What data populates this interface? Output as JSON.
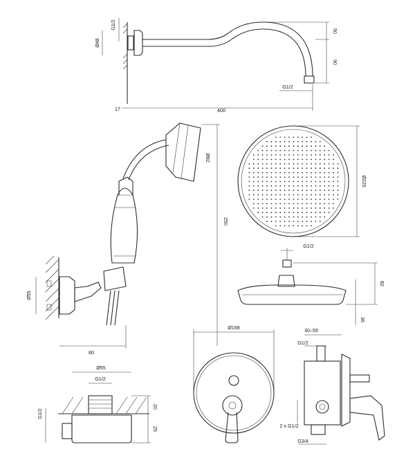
{
  "colors": {
    "line": "#2b2b2b",
    "background": "#ffffff"
  },
  "wall_arm": {
    "thread_top": "G1/2",
    "diameter": "Ø48",
    "height_upper": "50",
    "height_lower": "90",
    "thread_outlet": "G1/2",
    "wall_offset": "17",
    "length": "400"
  },
  "hand_shower": {
    "head_diameter": "Ø82",
    "height": "250",
    "bracket_diameter": "Ø55",
    "projection": "80"
  },
  "rain_head": {
    "diameter": "Ø225",
    "thread": "G1/2",
    "height": "82",
    "thickness": "36"
  },
  "wall_outlet": {
    "diameter": "Ø55",
    "thread_top": "G1/2",
    "thread_side": "G1/2",
    "height_upper": "20",
    "height_lower": "25"
  },
  "mixer_plate": {
    "diameter": "Ø168"
  },
  "mixer_body": {
    "depth_range": "30–55",
    "thread_top": "G1/2",
    "thread_side": "2 x G1/2",
    "thread_bottom": "G3/4"
  }
}
